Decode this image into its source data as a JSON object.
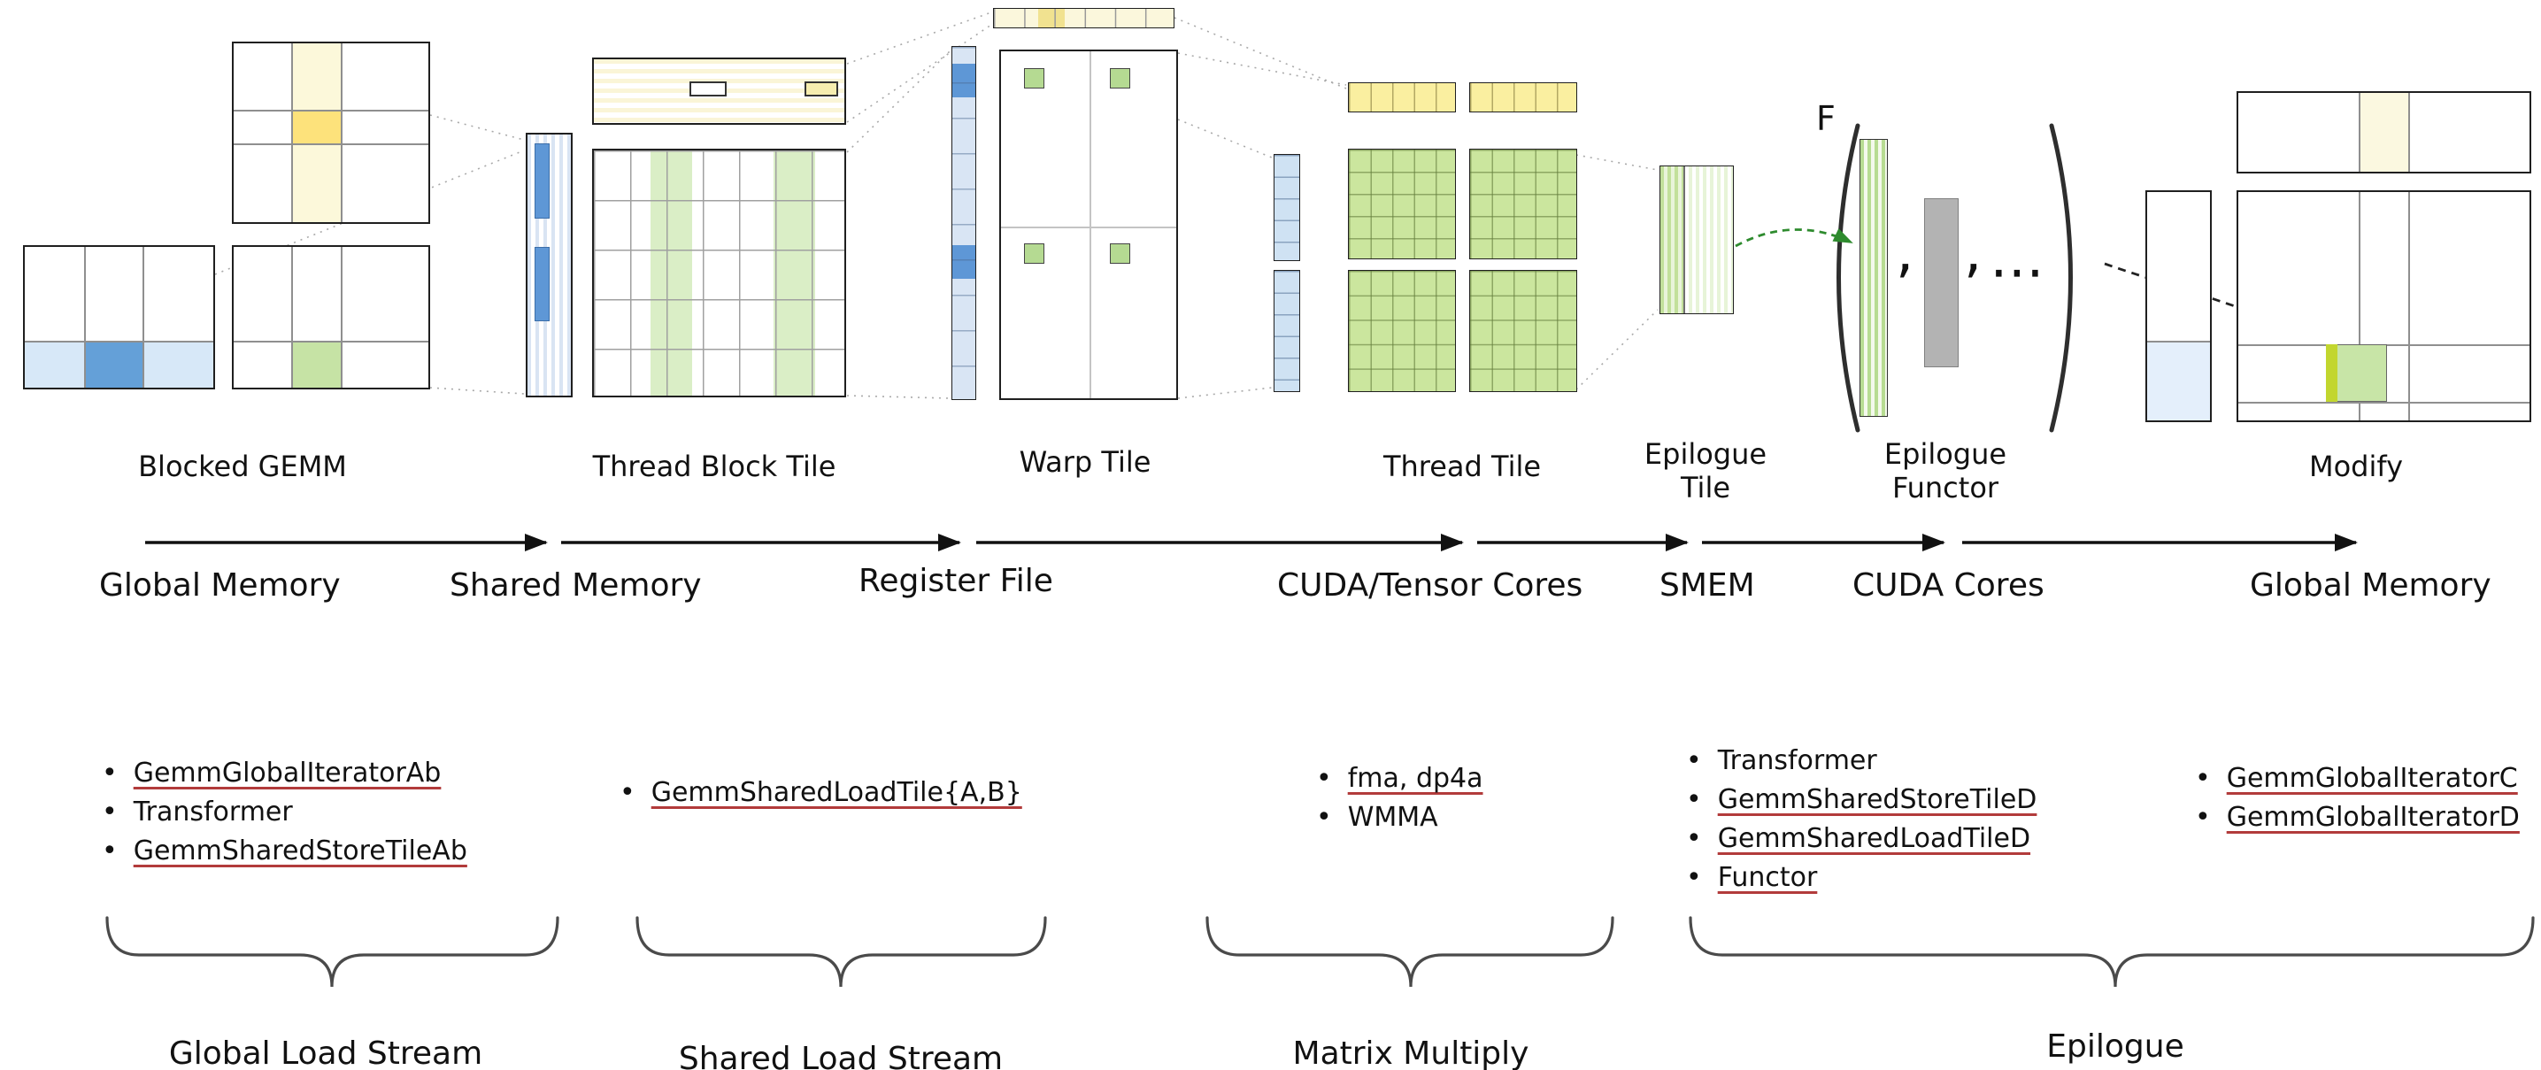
{
  "stages": [
    {
      "label": "Blocked GEMM"
    },
    {
      "label": "Thread Block Tile"
    },
    {
      "label": "Warp Tile"
    },
    {
      "label": "Thread Tile"
    },
    {
      "label": "Epilogue Tile"
    },
    {
      "label": "Epilogue Functor"
    },
    {
      "label": "Modify"
    }
  ],
  "functor": {
    "symbol": "F",
    "comma": ",",
    "ellipsis": "⋯"
  },
  "flow_labels": [
    "Global Memory",
    "Shared Memory",
    "Register File",
    "CUDA/Tensor Cores",
    "SMEM",
    "CUDA Cores",
    "Global Memory"
  ],
  "lists": [
    {
      "items": [
        {
          "text": "GemmGlobalIteratorAb",
          "link": true
        },
        {
          "text": "Transformer",
          "link": false
        },
        {
          "text": "GemmSharedStoreTileAb",
          "link": true
        }
      ]
    },
    {
      "items": [
        {
          "text": "GemmSharedLoadTile{A,B}",
          "link": true
        }
      ]
    },
    {
      "items": [
        {
          "text": "fma, dp4a",
          "link": true
        },
        {
          "text": "WMMA",
          "link": false
        }
      ]
    },
    {
      "items": [
        {
          "text": "Transformer",
          "link": false
        },
        {
          "text": "GemmSharedStoreTileD",
          "link": true
        },
        {
          "text": "GemmSharedLoadTileD",
          "link": true
        },
        {
          "text": "Functor",
          "link": true
        }
      ]
    },
    {
      "items": [
        {
          "text": "GemmGlobalIteratorC",
          "link": true
        },
        {
          "text": "GemmGlobalIteratorD",
          "link": true
        }
      ]
    }
  ],
  "groups": [
    {
      "label": "Global Load Stream"
    },
    {
      "label": "Shared Load Stream"
    },
    {
      "label": "Matrix Multiply"
    },
    {
      "label": "Epilogue"
    }
  ],
  "colors": {
    "highlight_blue": "#64a0d8",
    "light_blue": "#d7e8f8",
    "pale_yellow": "#fcf8da",
    "highlight_yellow": "#fde27b",
    "pale_green": "#daeec6",
    "highlight_green": "#c6e3a5",
    "operand_gray": "#b3b3b3",
    "link_underline": "#b23b3b",
    "arrow_green": "#2e8b2e"
  }
}
